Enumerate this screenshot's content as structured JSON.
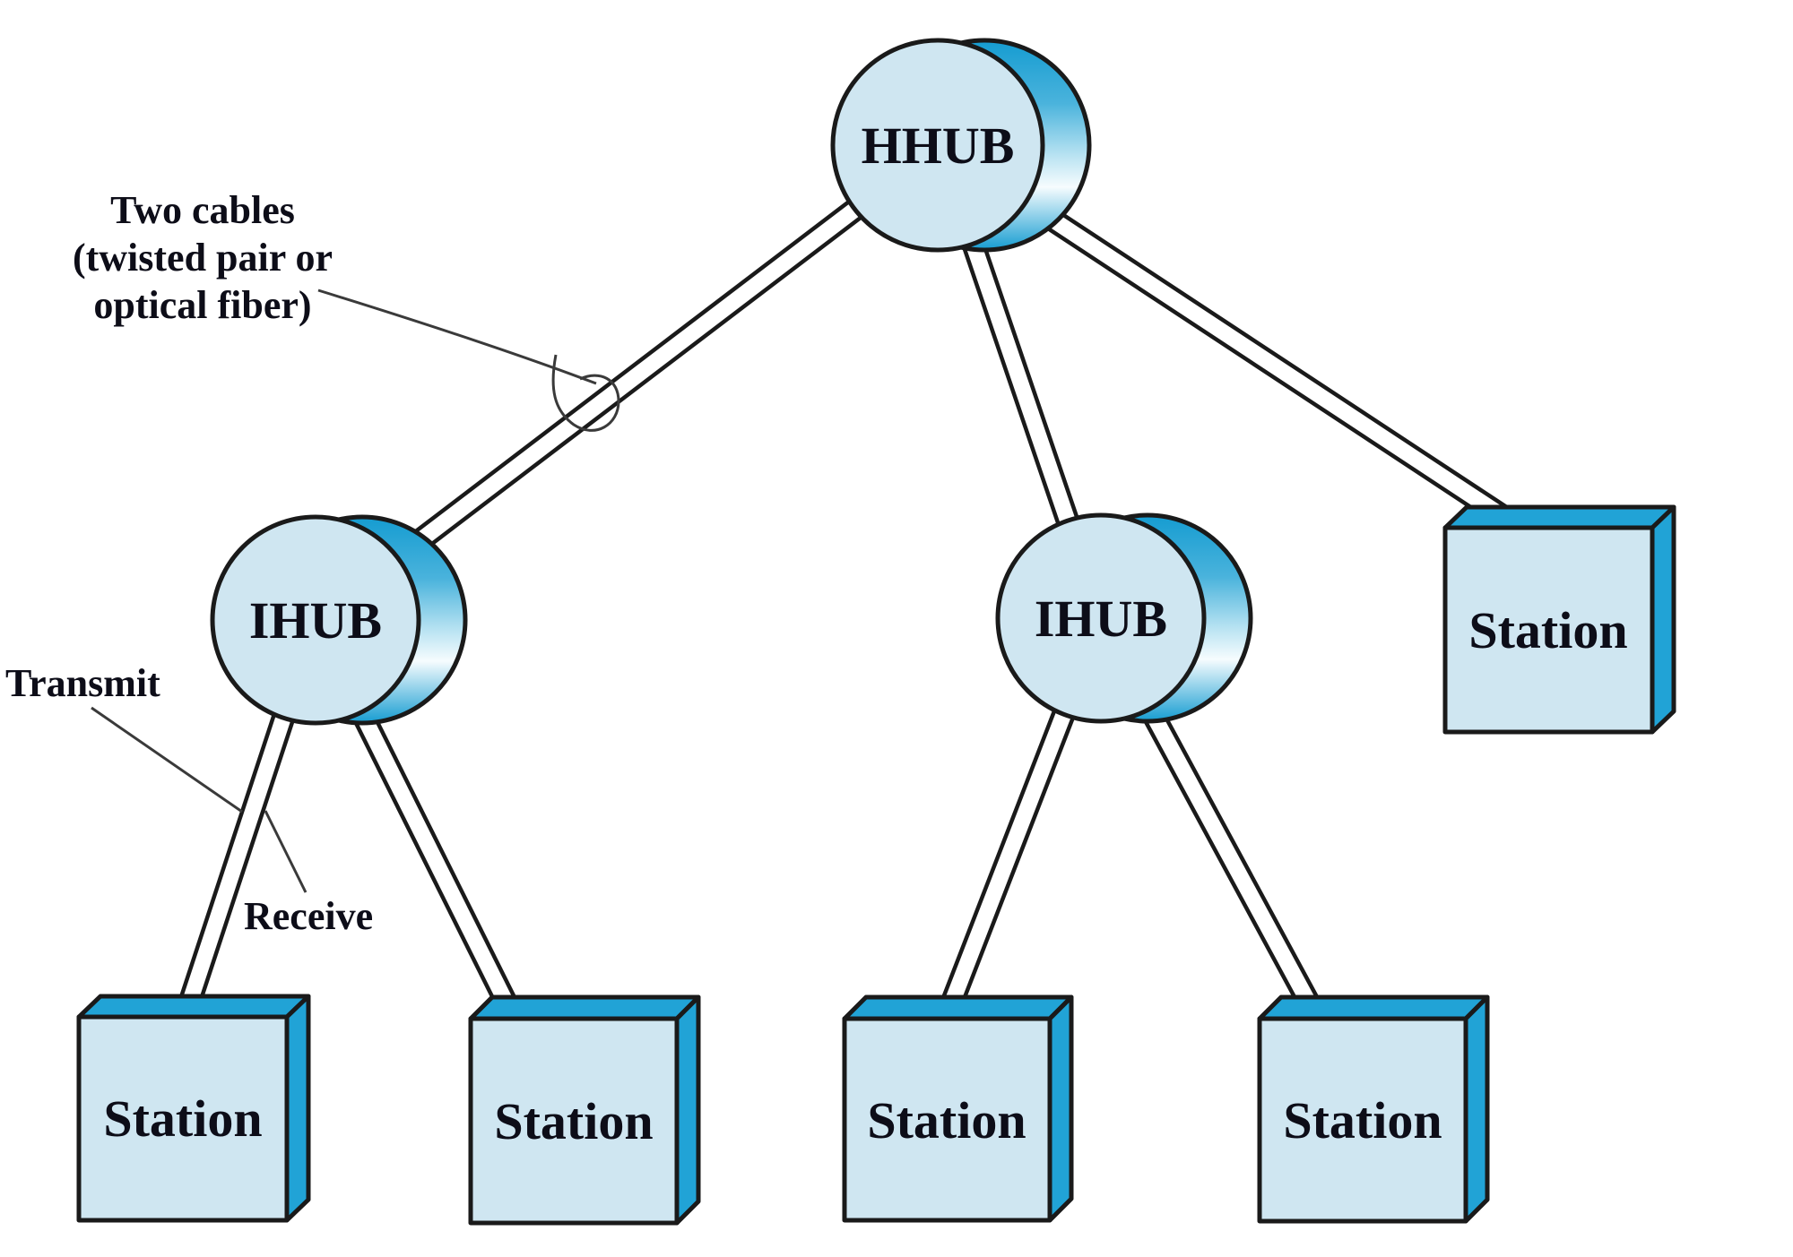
{
  "colors": {
    "outline": "#1a1a1a",
    "node-fill": "#cfe6f1",
    "accent": "#21a3d6",
    "ink": "#0d0d18"
  },
  "nodes": {
    "hhub": {
      "label": "HHUB"
    },
    "ihub_left": {
      "label": "IHUB"
    },
    "ihub_right": {
      "label": "IHUB"
    }
  },
  "stations": {
    "top_right": {
      "label": "Station"
    },
    "bottom_1": {
      "label": "Station"
    },
    "bottom_2": {
      "label": "Station"
    },
    "bottom_3": {
      "label": "Station"
    },
    "bottom_4": {
      "label": "Station"
    }
  },
  "annotations": {
    "two_cables": {
      "line_1": "Two cables",
      "line_2": "(twisted pair or",
      "line_3": "optical fiber)"
    },
    "transmit_label": "Transmit",
    "receive_label": "Receive"
  }
}
